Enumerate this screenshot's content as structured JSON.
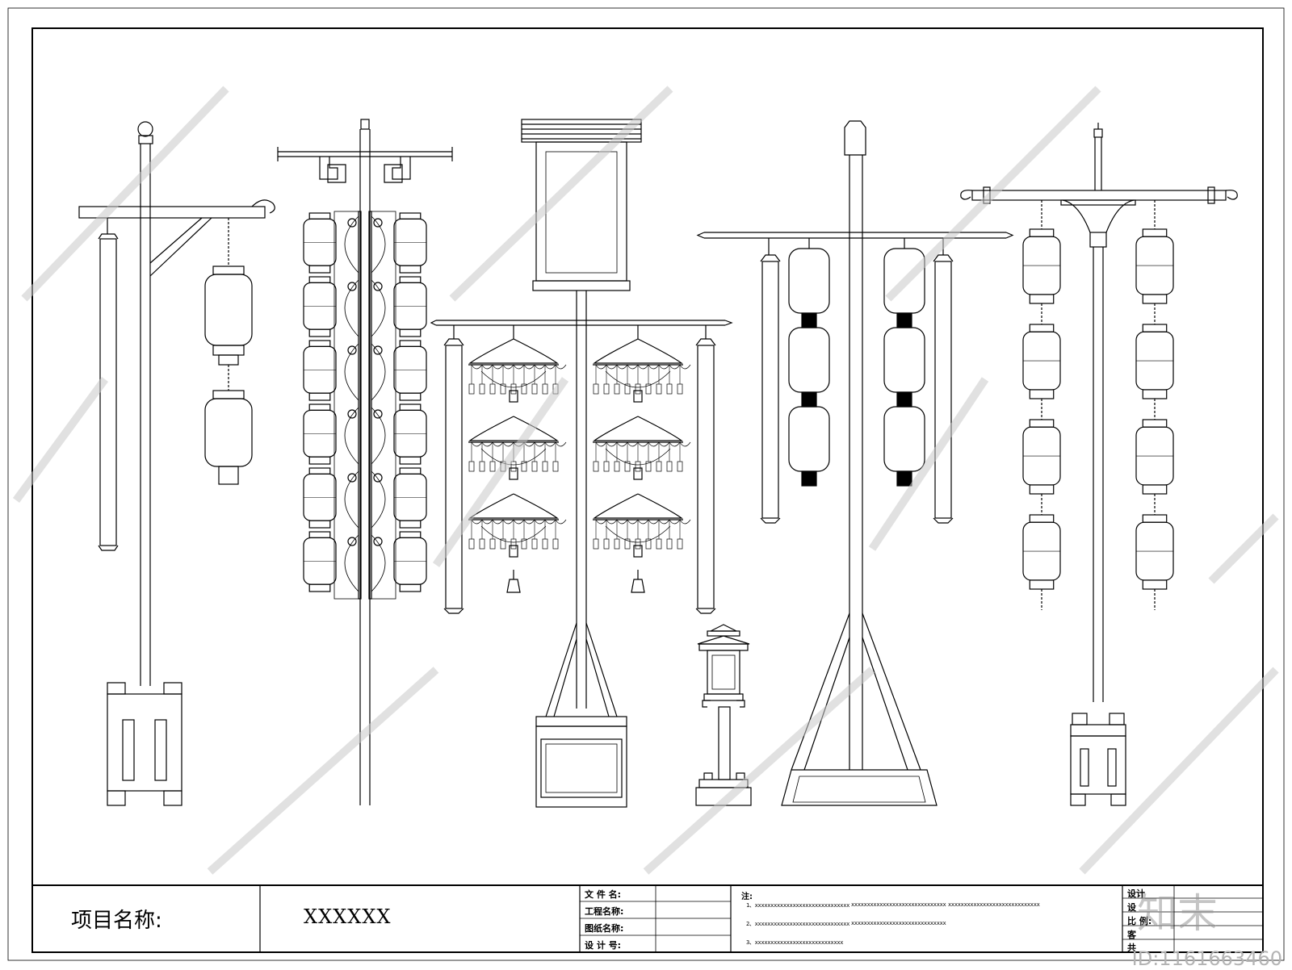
{
  "title_block": {
    "project_label": "项目名称:",
    "project_value": "XXXXXX",
    "fields": [
      "文 件 名:",
      "工程名称:",
      "图纸名称:",
      "设 计 号:"
    ],
    "notes_title": "注:",
    "notes": [
      "1、xxxxxxxxxxxxxxxxxxxxxxxxxxxxxx",
      "xxxxxxxxxxxxxxxxxxxxxxxxxxxxxx",
      "xxxxxxxxxxxxxxxxxxxxxxxxxxxxx",
      "2、xxxxxxxxxxxxxxxxxxxxxxxxxxxxxx",
      "xxxxxxxxxxxxxxxxxxxxxxxxxxxxxx",
      "3、xxxxxxxxxxxxxxxxxxxxxxxxxxxx"
    ],
    "right_fields": [
      "设计",
      "设",
      "比 例:",
      "客",
      "共"
    ]
  },
  "watermark": {
    "id_text": "ID:1161663460",
    "logo_text": "知末"
  },
  "colors": {
    "line": "#000000",
    "background": "#ffffff",
    "watermark": "#b4b4b4"
  }
}
